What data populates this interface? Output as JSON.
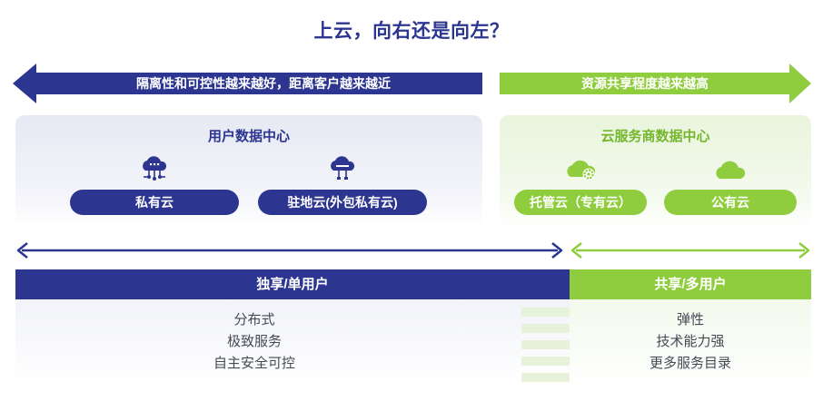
{
  "title": "上云，向右还是向左？",
  "arrows": {
    "left_text": "隔离性和可控性越来越好，距离客户越来越近",
    "right_text": "资源共享程度越来越高"
  },
  "panels": {
    "left": {
      "title": "用户数据中心",
      "items": [
        "私有云",
        "驻地云(外包私有云)"
      ]
    },
    "right": {
      "title": "云服务商数据中心",
      "items": [
        "托管云（专有云）",
        "公有云"
      ]
    }
  },
  "bottom": {
    "left": {
      "header": "独享/单用户",
      "items": [
        "分布式",
        "极致服务",
        "自主安全可控"
      ]
    },
    "right": {
      "header": "共享/多用户",
      "items": [
        "弹性",
        "技术能力强",
        "更多服务目录"
      ]
    }
  },
  "colors": {
    "primary_blue": "#2c3590",
    "primary_green": "#8fcd3e",
    "green_text": "#74b72c"
  },
  "icons": {
    "private_cloud": "cloud-network-icon",
    "onsite_cloud": "cloud-server-icon",
    "managed_cloud": "cloud-gear-icon",
    "public_cloud": "cloud-icon"
  }
}
